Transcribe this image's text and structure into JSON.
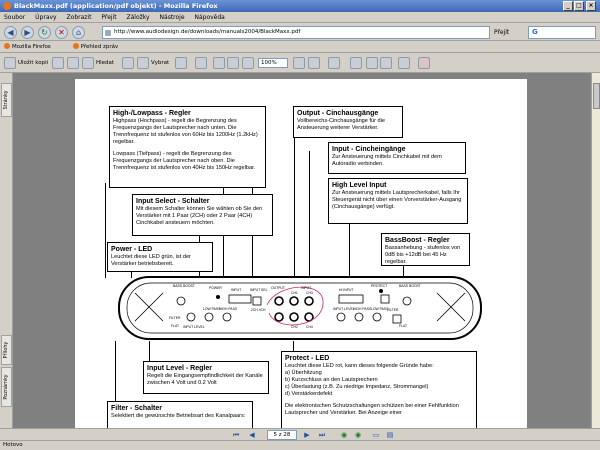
{
  "window": {
    "title": "BlackMaxx.pdf (application/pdf objekt) - Mozilla Firefox"
  },
  "menu": [
    "Soubor",
    "Úpravy",
    "Zobrazit",
    "Přejít",
    "Záložky",
    "Nástroje",
    "Nápověda"
  ],
  "nav": {
    "url": "http://www.audiodesign.de/downloads/manuals2004/BlackMaxx.pdf",
    "go_label": "Přejít",
    "search_value": "G"
  },
  "bookmarks": [
    "Mozilla Firefox",
    "Přehled zpráv"
  ],
  "pdf_toolbar": {
    "save_label": "Uložit kopii",
    "find_label": "Hledat",
    "select_label": "Vybrat",
    "zoom_value": "100%"
  },
  "side_tabs": [
    "Stránky",
    "Přílohy",
    "Poznámky"
  ],
  "pager": {
    "page_label": "5 z 28"
  },
  "status": "Hotovo",
  "manual": {
    "highlow": {
      "title": "High-/Lowpass - Regler",
      "p1": "Highpass (Hochpass) - regelt die Begrenzung des Frequenzgangs der Lautsprecher nach unten. Die Trennfrequenz ist stufenlos von 60Hz bis 1200Hz (1.2kHz) regelbar.",
      "p2": "Lowpass (Tiefpass) - regelt die Begrenzung des Frequenzgangs der Lautsprecher nach oben. Die Trennfrequenz ist stufenlos von 40Hz bis 150Hz regelbar."
    },
    "output": {
      "title": "Output - Cinchausgänge",
      "text": "Vollbereichs-Cinchausgänge für die Ansteuerung weiterer Verstärker."
    },
    "input": {
      "title": "Input - Cincheingänge",
      "text": "Zur Ansteuerung mittels Cinchkabel mit dem Autoradio verbinden."
    },
    "highlevel": {
      "title": "High Level Input",
      "text": "Zur Ansteuerung mittels Lautsprecherkabel, falls Ihr Steuergerät nicht über einen Vorverstärker-Ausgang (Cinchausgänge) verfügt."
    },
    "inputselect": {
      "title": "Input Select - Schalter",
      "text": "Mit diesem Schalter können Sie wählen ob Sie den Verstärker mit 1 Paar (2CH) oder 2 Paar (4CH) Cinchkabel ansteuern möchten."
    },
    "power": {
      "title": "Power - LED",
      "text": "Leuchtet diese LED grün, ist der Verstärker betriebsbereit."
    },
    "bassboost": {
      "title": "BassBoost - Regler",
      "text": "Bassanhebung - stufenlos von 0dB bis +12dB bei 45 Hz regelbar."
    },
    "inputlevel": {
      "title": "Input Level - Regler",
      "text": "Regelt die Eingangsempfindlichkeit der Kanäle zwischen 4 Volt und 0.2 Volt"
    },
    "filter": {
      "title": "Filter - Schalter",
      "text": "Selektiert die gewünschte Betriebsart des Kanalpaars:"
    },
    "protect": {
      "title": "Protect - LED",
      "intro": "Leuchtet diese LED rot, kann dieses folgende Gründe habe:",
      "items": [
        "a) Überhitzung",
        "b) Kurzschluss an den Lautsprechern",
        "c) Überlastung (z.B. Zu niedrige Impedanz, Strommangel)",
        "d) Verstärkerdefekt"
      ],
      "outro": "Die elektronischen Schutzschaltungen schützen bei einer Fehlfunktion Lautsprecher und Verstärker. Bei Anzeige einer"
    },
    "panel": {
      "labels": [
        "BASS BOOST",
        "POWER",
        "INPUT",
        "INPUT SEL",
        "OUTPUT",
        "INPUT",
        "HI INPUT",
        "PROTECT",
        "BASS BOOST",
        "2CH 4CH",
        "CH1",
        "CH2",
        "CH3",
        "CH4",
        "INPUT LEVEL",
        "HIGH PASS",
        "LOW PASS",
        "FILTER",
        "FLAT",
        "INPUT LEVEL",
        "LOW PASS",
        "HIGH PASS",
        "FILTER",
        "FLAT"
      ]
    }
  }
}
